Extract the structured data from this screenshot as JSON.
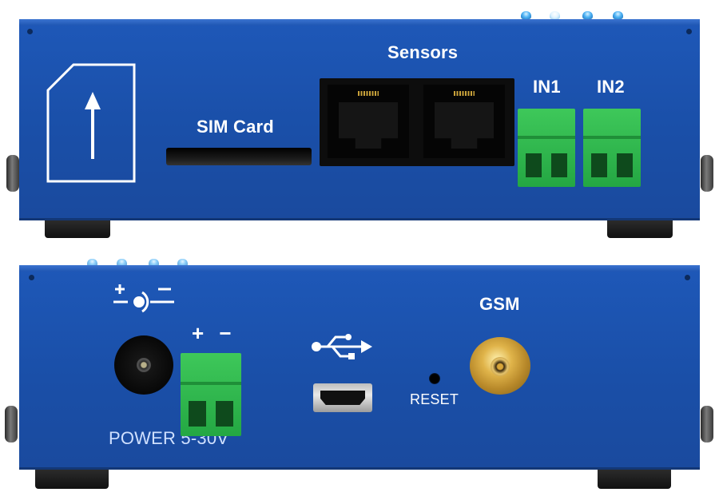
{
  "front_panel": {
    "sensors_label": "Sensors",
    "sim_label": "SIM Card",
    "in1_label": "IN1",
    "in2_label": "IN2"
  },
  "rear_panel": {
    "power_label": "POWER 5-30V",
    "polarity_label": "+ −",
    "gsm_label": "GSM",
    "reset_label": "RESET"
  },
  "icons": [
    "sim-card-icon",
    "dc-polarity-icon",
    "usb-icon"
  ],
  "colors": {
    "enclosure": "#1a4fa8",
    "terminal_green": "#2fb64b",
    "label": "#ffffff"
  }
}
